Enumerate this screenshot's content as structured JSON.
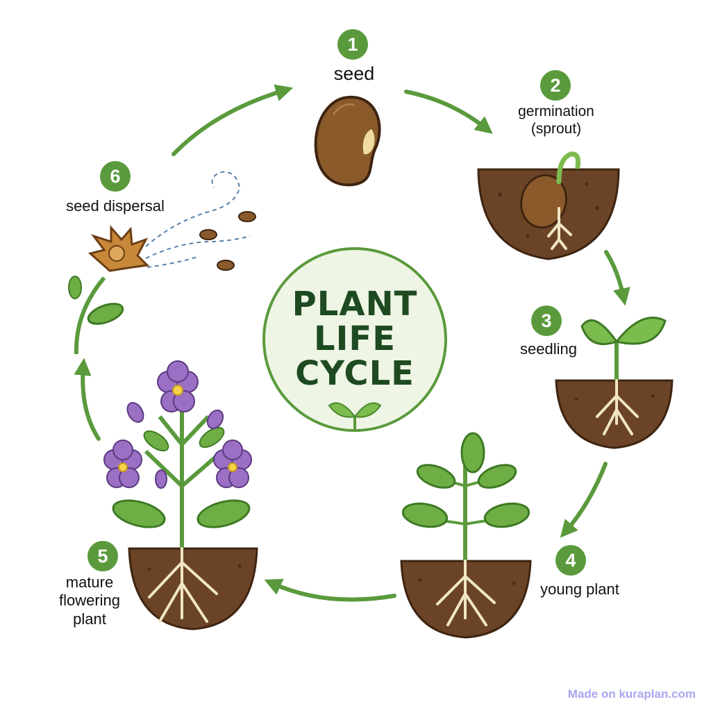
{
  "title": {
    "lines": [
      "PLANT",
      "LIFE",
      "CYCLE"
    ]
  },
  "stages": [
    {
      "number": "1",
      "label": "seed"
    },
    {
      "number": "2",
      "label": "germination\n(sprout)"
    },
    {
      "number": "3",
      "label": "seedling"
    },
    {
      "number": "4",
      "label": "young plant"
    },
    {
      "number": "5",
      "label": "mature\nflowering\nplant"
    },
    {
      "number": "6",
      "label": "seed dispersal"
    }
  ],
  "watermark": "Made on kuraplan.com",
  "colors": {
    "accent_green": "#5a9a3c",
    "title_green": "#1e4a22",
    "soil": "#6b4427",
    "seed": "#8a5a2b",
    "flower": "#9b6fc4",
    "root": "#f1e6c4"
  }
}
